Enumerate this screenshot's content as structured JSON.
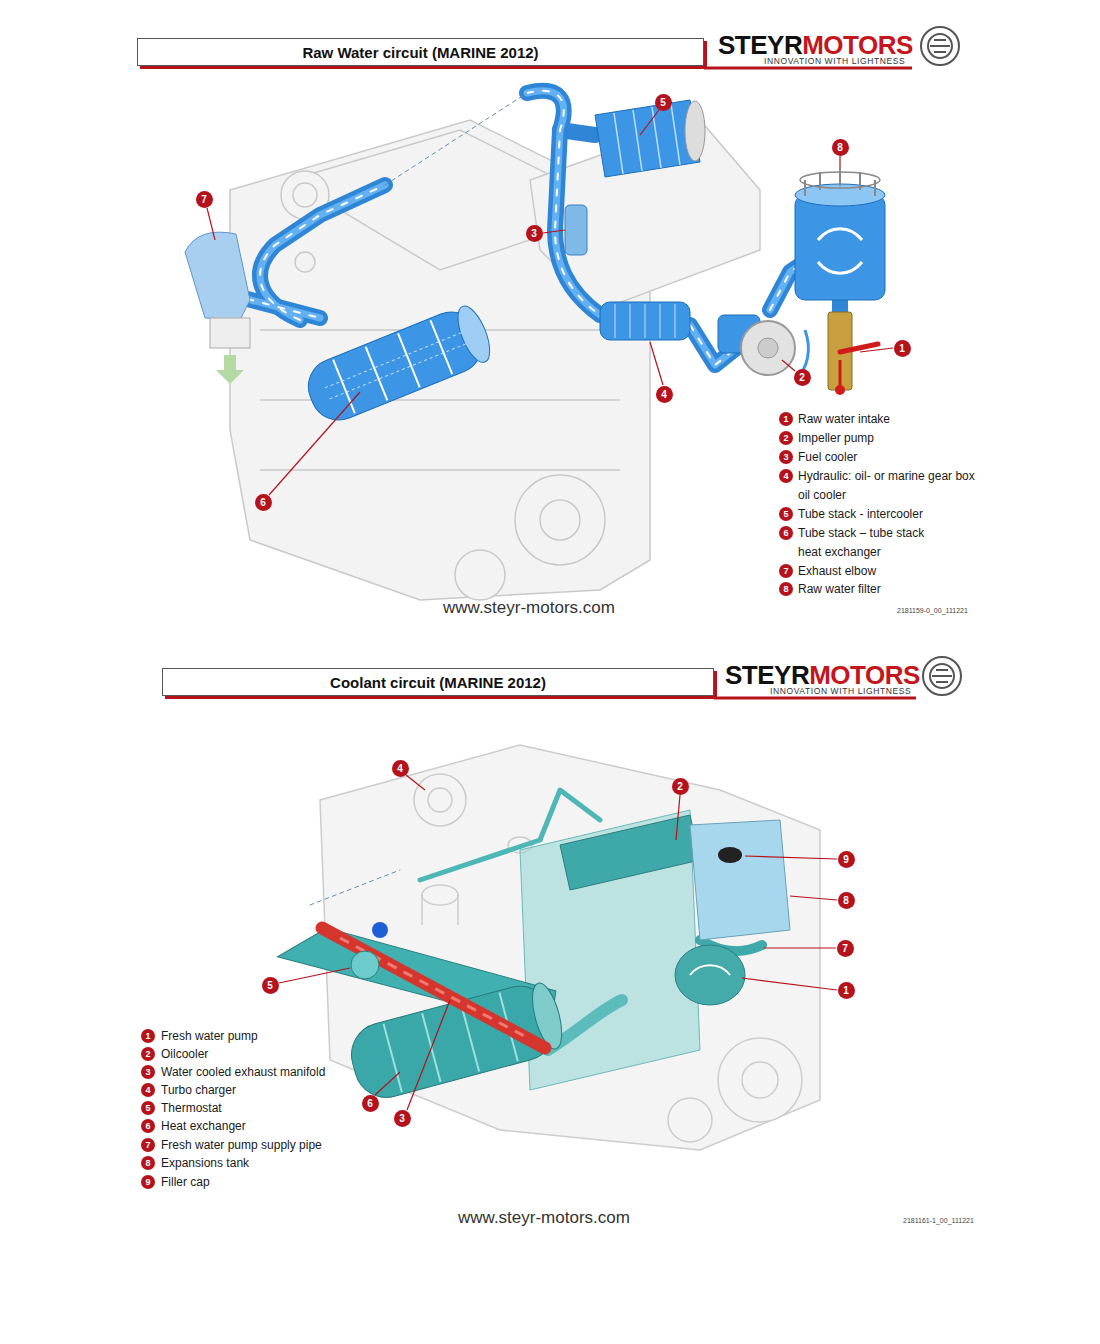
{
  "diagram": {
    "nodes": [
      {
        "text": [
          "Raw Water circuit (MARINE 2012)"
        ]
      },
      {
        "text": [
          "Coolant circuit (MARINE 2012)"
        ]
      }
    ],
    "labels": [
      "STEYR",
      "MOTORS",
      "INNOVATION WITH LIGHTNESS",
      "5",
      "8",
      "7",
      "3",
      "1",
      "2",
      "4",
      "6",
      "1",
      "Raw water intake",
      "2",
      "Impeller pump",
      "3",
      "Fuel cooler",
      "4",
      "Hydraulic: oil- or marine gear box oil cooler",
      "5",
      "Tube stack - intercooler",
      "6",
      "Tube stack – tube stack heat exchanger",
      "7",
      "Exhaust elbow",
      "8",
      "Raw water filter",
      "www.steyr-motors.com",
      "2181159-0_00_111221",
      "STEYR",
      "MOTORS",
      "INNOVATION WITH LIGHTNESS",
      "4",
      "2",
      "9",
      "8",
      "7",
      "1",
      "5",
      "6",
      "3",
      "1",
      "Fresh water pump",
      "2",
      "Oilcooler",
      "3",
      "Water cooled exhaust manifold",
      "4",
      "Turbo charger",
      "5",
      "Thermostat",
      "6",
      "Heat exchanger",
      "7",
      "Fresh water pump supply pipe",
      "8",
      "Expansions tank",
      "9",
      "Filler cap",
      "www.steyr-motors.com",
      "2181161-1_00_111221"
    ]
  }
}
